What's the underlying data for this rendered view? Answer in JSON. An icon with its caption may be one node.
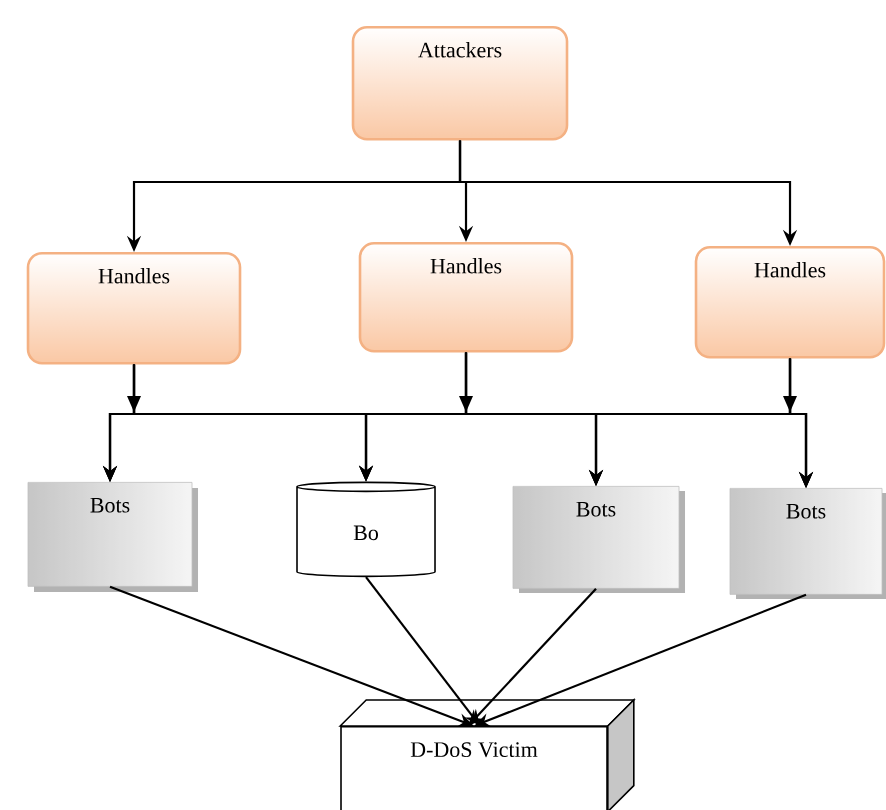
{
  "diagram": {
    "nodes": [
      {
        "text": [
          "Attackers"
        ]
      },
      {
        "text": [
          "Handles"
        ]
      },
      {
        "text": [
          "Handles"
        ]
      },
      {
        "text": [
          "Handles"
        ]
      },
      {
        "text": [
          "Bots"
        ]
      },
      {
        "text": [
          "Bo"
        ]
      },
      {
        "text": [
          "Bots"
        ]
      },
      {
        "text": [
          "Bots"
        ]
      },
      {
        "text": [
          "D-DoS Victim"
        ]
      }
    ],
    "edges": [
      {
        "from": 0,
        "to": 1,
        "arrow": "to"
      },
      {
        "from": 0,
        "to": 2,
        "arrow": "to"
      },
      {
        "from": 0,
        "to": 3,
        "arrow": "to"
      },
      {
        "from": 1,
        "to": 4,
        "arrow": "to"
      },
      {
        "from": 1,
        "to": 5,
        "arrow": "to"
      },
      {
        "from": 1,
        "to": 6,
        "arrow": "to"
      },
      {
        "from": 1,
        "to": 7,
        "arrow": "to"
      },
      {
        "from": 2,
        "to": 4,
        "arrow": "to"
      },
      {
        "from": 2,
        "to": 5,
        "arrow": "to"
      },
      {
        "from": 2,
        "to": 6,
        "arrow": "to"
      },
      {
        "from": 2,
        "to": 7,
        "arrow": "to"
      },
      {
        "from": 3,
        "to": 4,
        "arrow": "to"
      },
      {
        "from": 3,
        "to": 5,
        "arrow": "to"
      },
      {
        "from": 3,
        "to": 6,
        "arrow": "to"
      },
      {
        "from": 3,
        "to": 7,
        "arrow": "to"
      },
      {
        "from": 4,
        "to": 8,
        "arrow": "to"
      },
      {
        "from": 5,
        "to": 8,
        "arrow": "to"
      },
      {
        "from": 6,
        "to": 8,
        "arrow": "to"
      },
      {
        "from": 7,
        "to": 8,
        "arrow": "to"
      }
    ]
  }
}
